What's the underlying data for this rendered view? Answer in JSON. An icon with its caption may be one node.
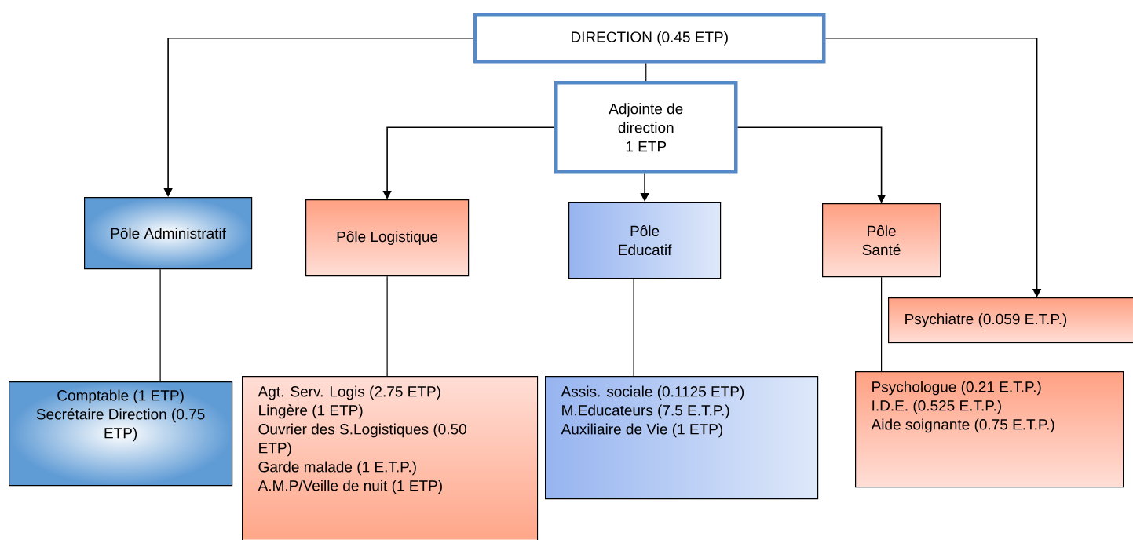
{
  "diagram": {
    "nodes": [
      {
        "text": [
          "DIRECTION (0.45 ETP)"
        ]
      },
      {
        "text": [
          "Adjointe de direction",
          "1 ETP"
        ]
      },
      {
        "text": [
          "Pôle Administratif"
        ]
      },
      {
        "text": [
          "Pôle Logistique"
        ]
      },
      {
        "text": [
          "Pôle Educatif"
        ]
      },
      {
        "text": [
          "Pôle Santé"
        ]
      },
      {
        "text": [
          "Psychiatre (0.059 E.T.P.)"
        ]
      },
      {
        "text": [
          "Comptable (1 ETP)",
          "Secrétaire Direction (0.75 ETP)"
        ]
      },
      {
        "text": [
          "Agt. Serv. Logis (2.75 ETP)",
          "Lingère (1 ETP)",
          "Ouvrier des S.Logistiques (0.50 ETP)",
          "Garde malade (1 E.T.P.)",
          "A.M.P/Veille de nuit (1 ETP)"
        ]
      },
      {
        "text": [
          "Assis. sociale (0.1125 ETP)",
          "M.Educateurs (7.5 E.T.P.)",
          "Auxiliaire de Vie (1 ETP)"
        ]
      },
      {
        "text": [
          "Psychologue (0.21 E.T.P.)",
          "I.D.E. (0.525 E.T.P.)",
          "Aide soignante (0.75 E.T.P.)"
        ]
      }
    ],
    "edges": [
      {
        "from": 0,
        "to": 1,
        "arrow": "none"
      },
      {
        "from": 0,
        "to": 2,
        "arrow": "to"
      },
      {
        "from": 0,
        "to": 6,
        "arrow": "to"
      },
      {
        "from": 1,
        "to": 3,
        "arrow": "to"
      },
      {
        "from": 1,
        "to": 4,
        "arrow": "to"
      },
      {
        "from": 1,
        "to": 5,
        "arrow": "to"
      },
      {
        "from": 2,
        "to": 7,
        "arrow": "none"
      },
      {
        "from": 3,
        "to": 8,
        "arrow": "none"
      },
      {
        "from": 4,
        "to": 9,
        "arrow": "none"
      },
      {
        "from": 5,
        "to": 10,
        "arrow": "none"
      }
    ]
  }
}
